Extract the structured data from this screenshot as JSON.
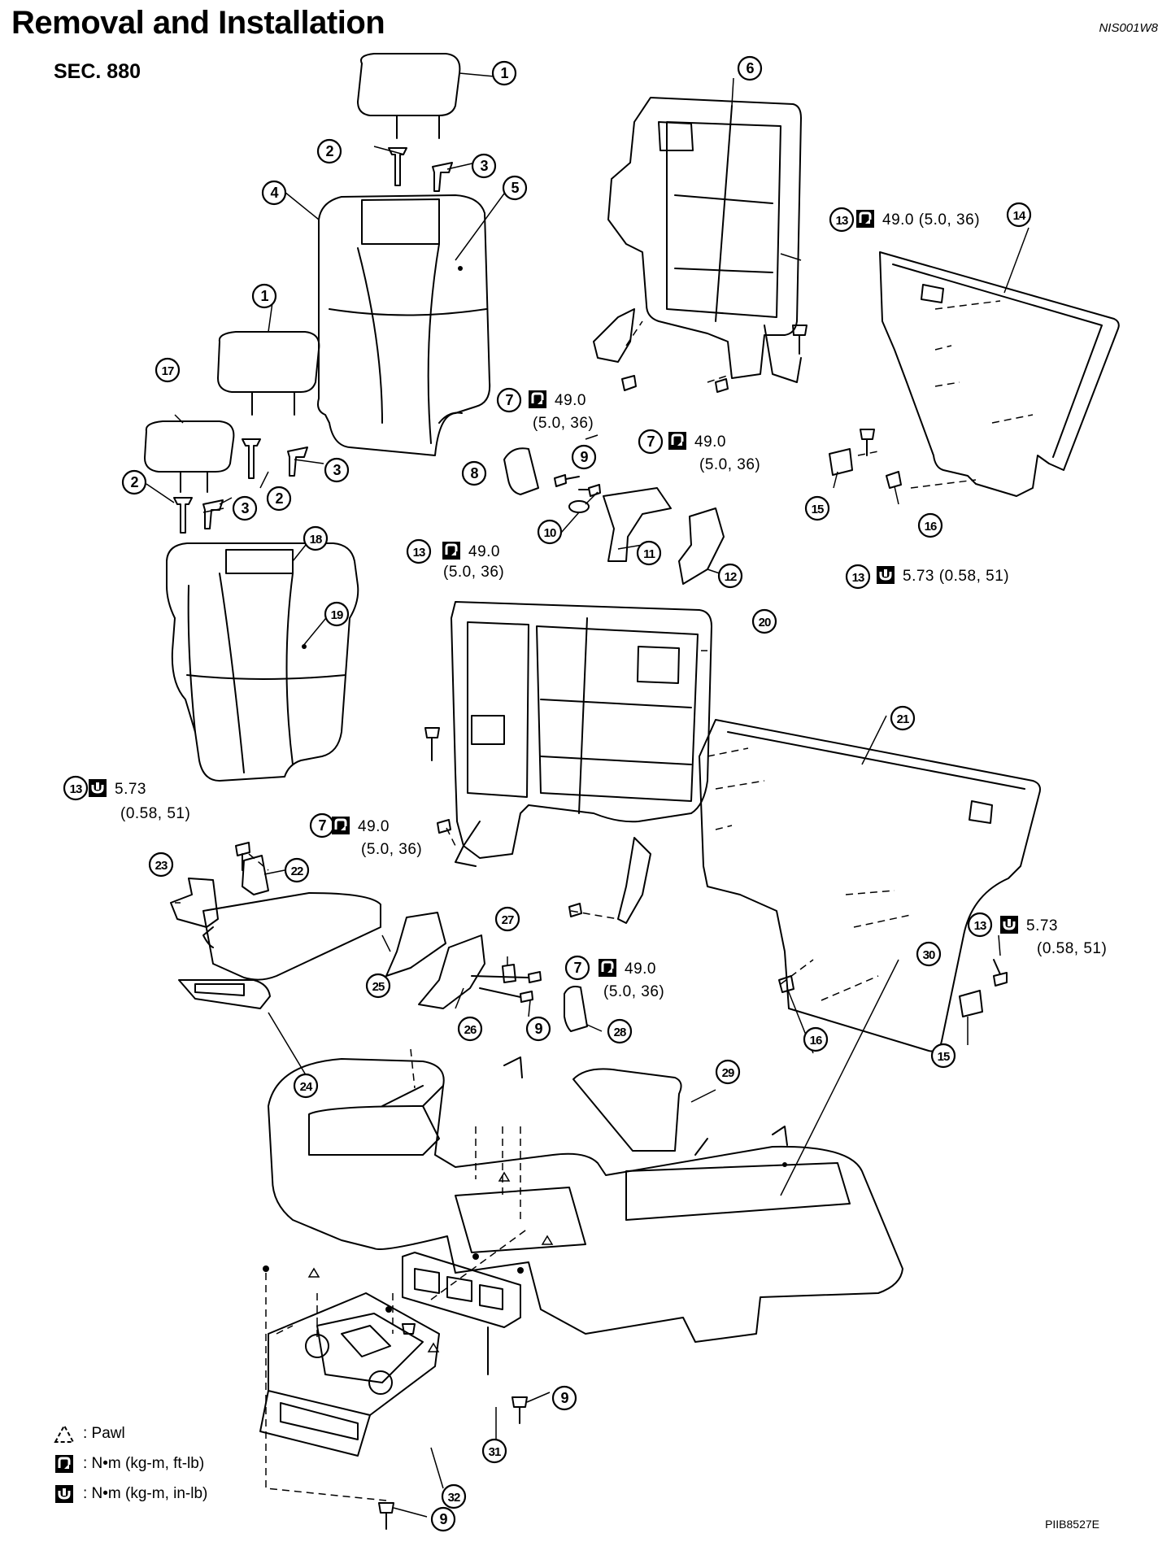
{
  "header": {
    "title": "Removal and Installation",
    "doc_id": "NIS001W8",
    "section": "SEC. 880"
  },
  "torque_marks": {
    "t49_line1": "49.0 (5.0, 36)",
    "t49_a": "49.0",
    "t49_b": "(5.0, 36)",
    "t573_line1": "5.73 (0.58, 51)",
    "t573_a": "5.73",
    "t573_b": "(0.58, 51)"
  },
  "callouts": [
    "1",
    "2",
    "3",
    "4",
    "5",
    "6",
    "7",
    "8",
    "9",
    "10",
    "11",
    "12",
    "13",
    "14",
    "15",
    "16",
    "17",
    "18",
    "19",
    "20",
    "21",
    "22",
    "23",
    "24",
    "25",
    "26",
    "27",
    "28",
    "29",
    "30",
    "31",
    "32"
  ],
  "legend": {
    "pawl": ": Pawl",
    "nm_ft": ": N•m (kg-m, ft-lb)",
    "nm_in": ": N•m (kg-m, in-lb)"
  },
  "figure_id": "PIIB8527E",
  "colors": {
    "ink": "#000000",
    "paper": "#ffffff"
  }
}
